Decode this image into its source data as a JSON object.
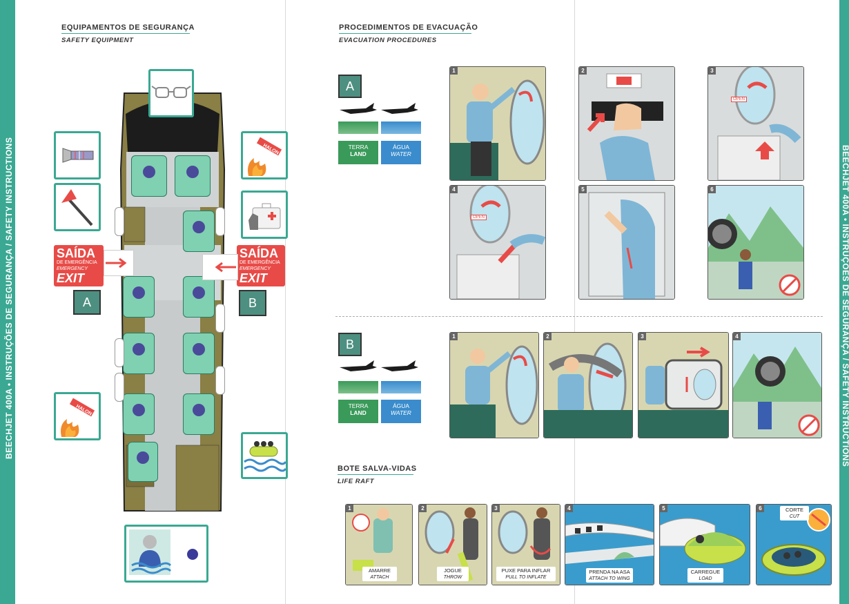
{
  "spine_left": "BEECHJET 400A • INSTRUÇÕES DE SEGURANÇA / SAFETY INSTRUCTIONS",
  "spine_right": "BEECHJET 400A • INSTRUÇÕES DE SEGURANÇA / SAFETY INSTRUCTIONS",
  "safety_equipment": {
    "title_pt": "EQUIPAMENTOS DE SEGURANÇA",
    "title_en": "SAFETY EQUIPMENT",
    "halon_label": "HALON",
    "exit_left": {
      "pt": "SAÍDA",
      "sub": "DE EMERGÊNCIA",
      "sub_en": "EMERGENCY",
      "en": "EXIT"
    },
    "exit_right": {
      "pt": "SAÍDA",
      "sub": "DE EMERGÊNCIA",
      "sub_en": "EMERGENCY",
      "en": "EXIT"
    },
    "door_a": "A",
    "door_b": "B"
  },
  "evacuation": {
    "title_pt": "PROCEDIMENTOS DE EVACUAÇÃO",
    "title_en": "EVACUATION PROCEDURES",
    "section_a": {
      "letter": "A",
      "land_pt": "TERRA",
      "land_en": "LAND",
      "water_pt": "ÁGUA",
      "water_en": "WATER",
      "steps": [
        "1",
        "2",
        "3",
        "4",
        "5",
        "6"
      ]
    },
    "section_b": {
      "letter": "B",
      "land_pt": "TERRA",
      "land_en": "LAND",
      "water_pt": "ÁGUA",
      "water_en": "WATER",
      "steps": [
        "1",
        "2",
        "3",
        "4"
      ]
    },
    "open_label": "OPEN"
  },
  "life_raft": {
    "title_pt": "BOTE SALVA-VIDAS",
    "title_en": "LIFE RAFT",
    "steps": [
      {
        "num": "1",
        "pt": "AMARRE",
        "en": "ATTACH"
      },
      {
        "num": "2",
        "pt": "JOGUE",
        "en": "THROW"
      },
      {
        "num": "3",
        "pt": "PUXE PARA INFLAR",
        "en": "PULL TO INFLATE"
      },
      {
        "num": "4",
        "pt": "PRENDA NA ASA",
        "en": "ATTACH TO WING"
      },
      {
        "num": "5",
        "pt": "CARREGUE",
        "en": "LOAD"
      },
      {
        "num": "6",
        "pt": "CORTE",
        "en": "CUT"
      }
    ]
  },
  "colors": {
    "accent_green": "#3aa892",
    "exit_red": "#e84b47",
    "land_green": "#3a9a5a",
    "water_blue": "#3a8ccc",
    "seat_green": "#7fd1b1",
    "seat_dot": "#4a4a9a",
    "cabin_olive": "#8a7f44"
  },
  "icons": [
    "goggles-icon",
    "flashlight-icon",
    "halon-extinguisher-icon",
    "crash-axe-icon",
    "first-aid-kit-icon",
    "life-raft-icon",
    "life-vest-icon",
    "jet-plane-icon"
  ]
}
